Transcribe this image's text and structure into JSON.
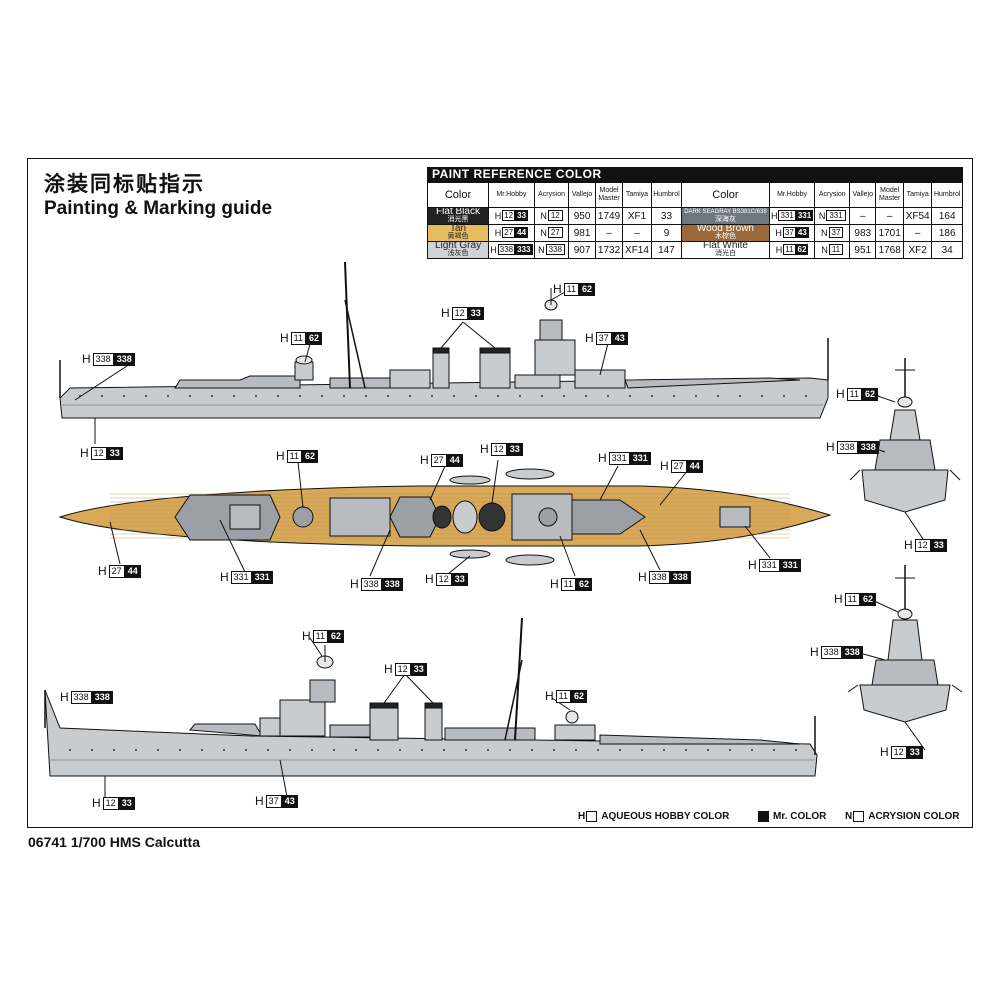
{
  "title_cn": "涂装同标贴指示",
  "title_en": "Painting & Marking guide",
  "footer": "06741 1/700 HMS Calcutta",
  "paint_reference": {
    "heading": "PAINT  REFERENCE COLOR",
    "headers": [
      "Color",
      "Mr.Hobby",
      "Acrysion",
      "Vallejo",
      "Model Master",
      "Tamiya",
      "Humbrol",
      "Color",
      "Mr.Hobby",
      "Acrysion",
      "Vallejo",
      "Model Master",
      "Tamiya",
      "Humbrol"
    ],
    "rows": [
      {
        "left": {
          "name": "Flat Black",
          "cn": "消光黑",
          "swatch": "#222222",
          "text": "#ffffff",
          "h1": "12",
          "h2": "33",
          "n": "12",
          "vallejo": "950",
          "mm": "1749",
          "tamiya": "XF1",
          "humbrol": "33"
        },
        "right": {
          "name": "DARK SEAGRAY BS381C/638",
          "cn": "深海灰",
          "swatch": "#6e7780",
          "text": "#ffffff",
          "h1": "331",
          "h2": "331",
          "n": "331",
          "vallejo": "–",
          "mm": "–",
          "tamiya": "XF54",
          "humbrol": "164"
        }
      },
      {
        "left": {
          "name": "Tan",
          "cn": "黄褐色",
          "swatch": "#e7bd62",
          "text": "#222222",
          "h1": "27",
          "h2": "44",
          "n": "27",
          "vallejo": "981",
          "mm": "–",
          "tamiya": "–",
          "humbrol": "9"
        },
        "right": {
          "name": "Wood Brown",
          "cn": "木棕色",
          "swatch": "#9a6a3a",
          "text": "#ffffff",
          "h1": "37",
          "h2": "43",
          "n": "37",
          "vallejo": "983",
          "mm": "1701",
          "tamiya": "–",
          "humbrol": "186"
        }
      },
      {
        "left": {
          "name": "Light Gray",
          "cn": "浅灰色",
          "swatch": "#d0d3d6",
          "text": "#222222",
          "h1": "338",
          "h2": "333",
          "n": "338",
          "vallejo": "907",
          "mm": "1732",
          "tamiya": "XF14",
          "humbrol": "147"
        },
        "right": {
          "name": "Flat White",
          "cn": "消光白",
          "swatch": "#ffffff",
          "text": "#222222",
          "h1": "11",
          "h2": "62",
          "n": "11",
          "vallejo": "951",
          "mm": "1768",
          "tamiya": "XF2",
          "humbrol": "34"
        }
      }
    ]
  },
  "callouts": [
    {
      "id": "side1-338",
      "a": "338",
      "b": "338"
    },
    {
      "id": "side1-11-62",
      "a": "11",
      "b": "62"
    },
    {
      "id": "side1-12-33-funnels",
      "a": "12",
      "b": "33"
    },
    {
      "id": "side1-11-62-mast",
      "a": "11",
      "b": "62"
    },
    {
      "id": "side1-37-43",
      "a": "37",
      "b": "43"
    },
    {
      "id": "side1-12-33-hull",
      "a": "12",
      "b": "33"
    },
    {
      "id": "top-11-62",
      "a": "11",
      "b": "62"
    },
    {
      "id": "top-27-44-a",
      "a": "27",
      "b": "44"
    },
    {
      "id": "top-12-33-a",
      "a": "12",
      "b": "33"
    },
    {
      "id": "top-331-a",
      "a": "331",
      "b": "331"
    },
    {
      "id": "top-27-44-b",
      "a": "27",
      "b": "44"
    },
    {
      "id": "top-27-44-c",
      "a": "27",
      "b": "44"
    },
    {
      "id": "top-331-b",
      "a": "331",
      "b": "331"
    },
    {
      "id": "top-338-a",
      "a": "338",
      "b": "338"
    },
    {
      "id": "top-12-33-b",
      "a": "12",
      "b": "33"
    },
    {
      "id": "top-11-62-b",
      "a": "11",
      "b": "62"
    },
    {
      "id": "top-338-b",
      "a": "338",
      "b": "338"
    },
    {
      "id": "top-331-c",
      "a": "331",
      "b": "331"
    },
    {
      "id": "bow-11-62",
      "a": "11",
      "b": "62"
    },
    {
      "id": "bow-338",
      "a": "338",
      "b": "338"
    },
    {
      "id": "bow-12-33",
      "a": "12",
      "b": "33"
    },
    {
      "id": "stern-11-62",
      "a": "11",
      "b": "62"
    },
    {
      "id": "stern-338",
      "a": "338",
      "b": "338"
    },
    {
      "id": "stern-12-33",
      "a": "12",
      "b": "33"
    },
    {
      "id": "side2-11-62-mast",
      "a": "11",
      "b": "62"
    },
    {
      "id": "side2-338",
      "a": "338",
      "b": "338"
    },
    {
      "id": "side2-12-33-funnels",
      "a": "12",
      "b": "33"
    },
    {
      "id": "side2-11-62",
      "a": "11",
      "b": "62"
    },
    {
      "id": "side2-12-33-hull",
      "a": "12",
      "b": "33"
    },
    {
      "id": "side2-37-43",
      "a": "37",
      "b": "43"
    }
  ],
  "legend": {
    "h_prefix": "H",
    "aqueous": "AQUEOUS HOBBY COLOR",
    "mr": "Mr. COLOR",
    "n_prefix": "N",
    "acrysion": "ACRYSION COLOR"
  },
  "colors": {
    "hull_gray": "#c9cccf",
    "deck_tan": "#d9a95a",
    "dark_gray": "#7c8187",
    "outline": "#111111"
  }
}
